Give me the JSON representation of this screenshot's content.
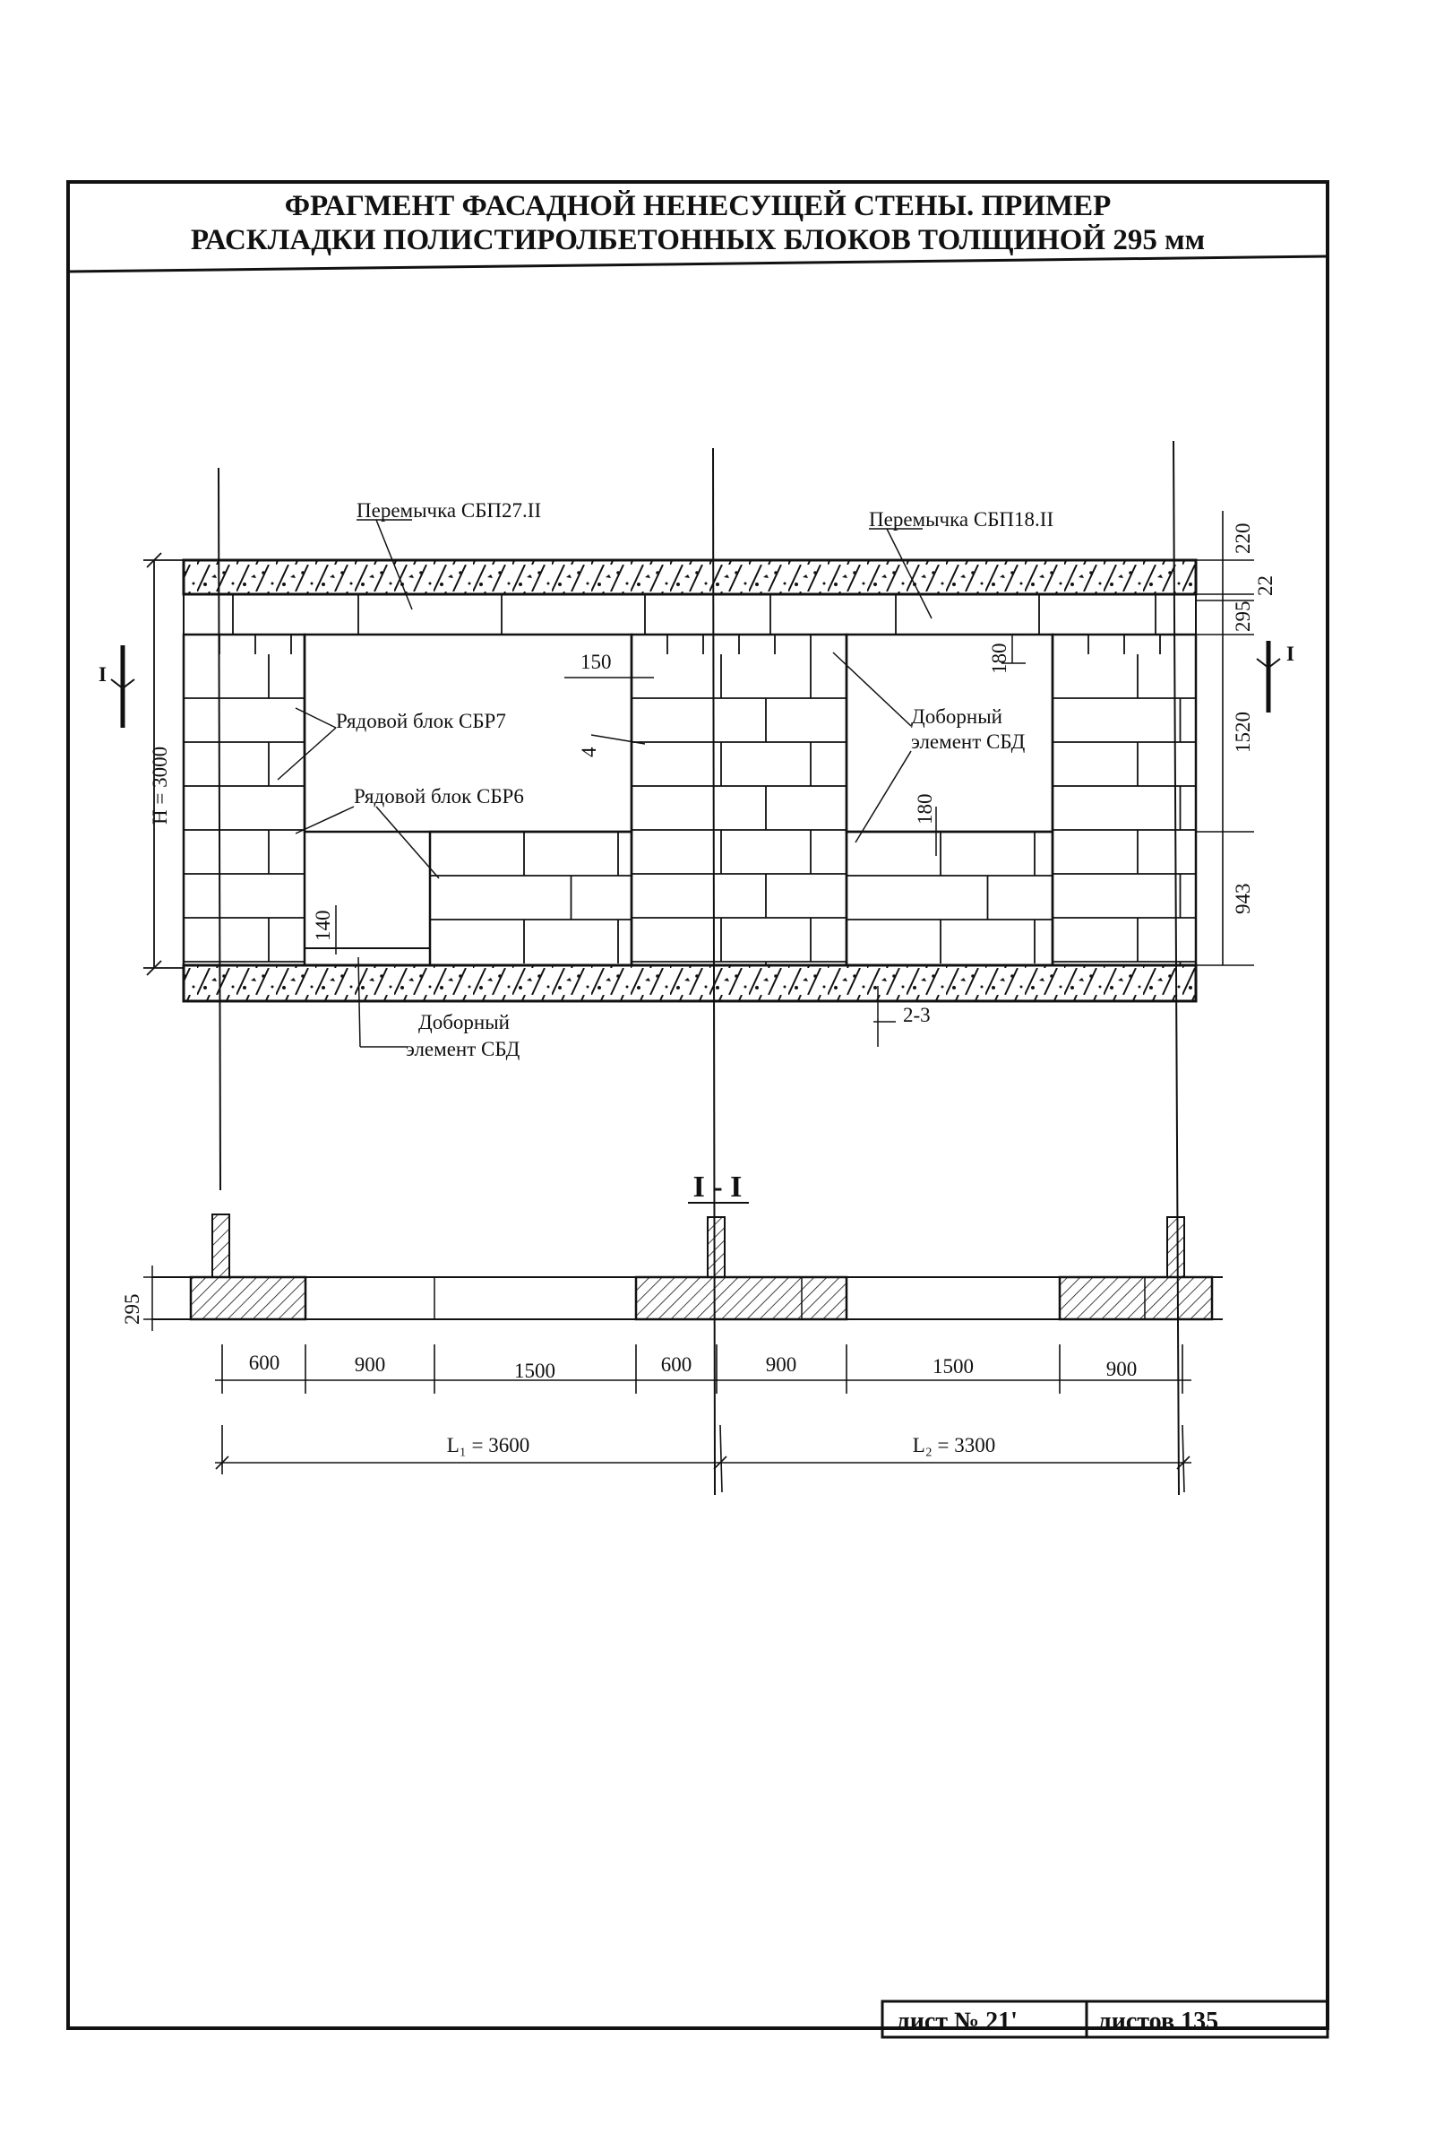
{
  "title": {
    "line1": "ФРАГМЕНТ ФАСАДНОЙ НЕНЕСУЩЕЙ СТЕНЫ. ПРИМЕР",
    "line2": "РАСКЛАДКИ ПОЛИСТИРОЛБЕТОННЫХ БЛОКОВ ТОЛЩИНОЙ 295 мм"
  },
  "elevation": {
    "lintel_left": "Перемычка СБП27.II",
    "lintel_right": "Перемычка СБП18.II",
    "row_block_7": "Рядовой блок СБР7",
    "row_block_6": "Рядовой блок СБР6",
    "extra_element_top_1": "Доборный",
    "extra_element_top_2": "элемент СБД",
    "extra_element_bottom_1": "Доборный",
    "extra_element_bottom_2": "элемент СБД",
    "height_label": "H = 3000",
    "section_mark": "I",
    "cut_mark": "2-3",
    "dims": {
      "d220": "220",
      "d22": "22",
      "d295": "295",
      "d180a": "180",
      "d1520": "1520",
      "d943": "943",
      "d150": "150",
      "d4": "4",
      "d180b": "180",
      "d140": "140"
    }
  },
  "section": {
    "title": "I - I",
    "thickness": "295",
    "segments": [
      "600",
      "900",
      "1500",
      "600",
      "900",
      "1500",
      "900"
    ],
    "span1": "L₁ = 3600",
    "span2": "L₂ = 3300"
  },
  "stamp": {
    "sheet_no": "лист № 21'",
    "sheets_total": "листов 135"
  }
}
